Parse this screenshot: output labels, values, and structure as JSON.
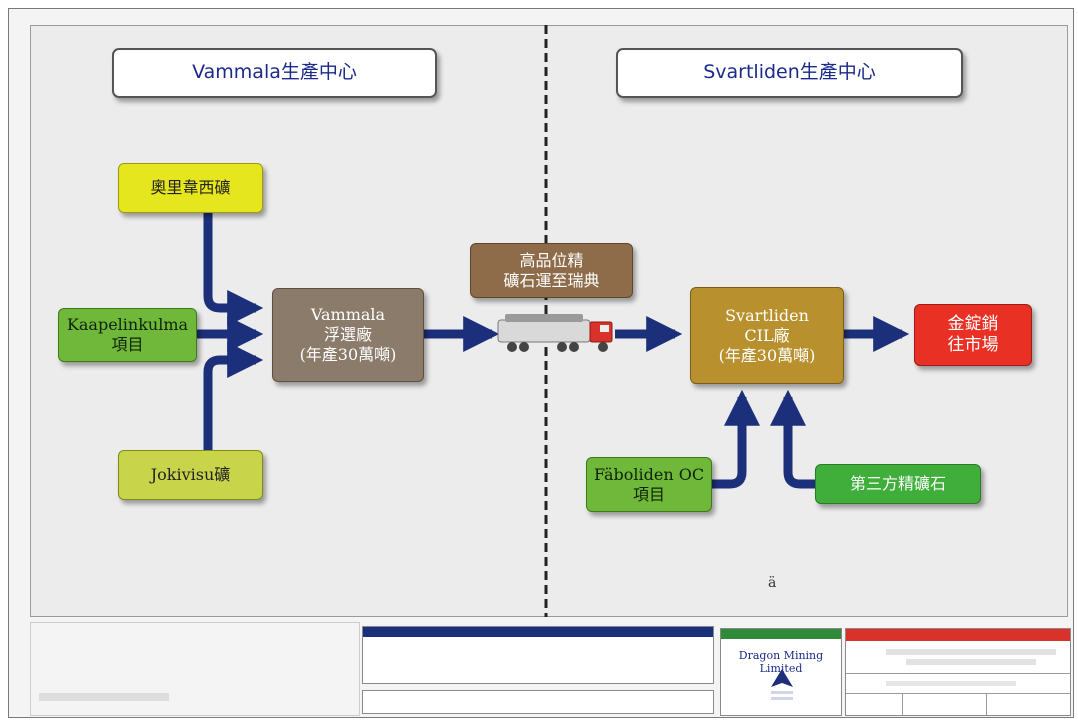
{
  "headers": {
    "left": "Vammala生產中心",
    "right": "Svartliden生產中心"
  },
  "nodes": {
    "olivine": "奧里韋西礦",
    "kaapelinkulma": [
      "Kaapelinkulma",
      "項目"
    ],
    "jokivisu": "Jokivisu礦",
    "vammala_plant": [
      "Vammala",
      "浮選廠",
      "(年產30萬噸)"
    ],
    "high_grade": [
      "高品位精",
      "礦石運至瑞典"
    ],
    "svartliden_plant": [
      "Svartliden",
      "CIL廠",
      "(年產30萬噸)"
    ],
    "gold_bars": [
      "金錠銷",
      "往市場"
    ],
    "faboliden": [
      "Fäboliden OC",
      "項目"
    ],
    "third_party": "第三方精礦石"
  },
  "stray_label": "ä",
  "footer": {
    "company": "Dragon Mining Limited"
  },
  "colors": {
    "arrow": "#1c2f7a",
    "divider": "#222222",
    "title_text": "#1b2a8a",
    "footer_bar_blue": "#1c2f7a",
    "footer_bar_green": "#2f8a3a",
    "footer_bar_red": "#d8322a"
  },
  "icons": {
    "truck": "truck-icon",
    "dragon_logo": "dragon-logo-icon"
  }
}
